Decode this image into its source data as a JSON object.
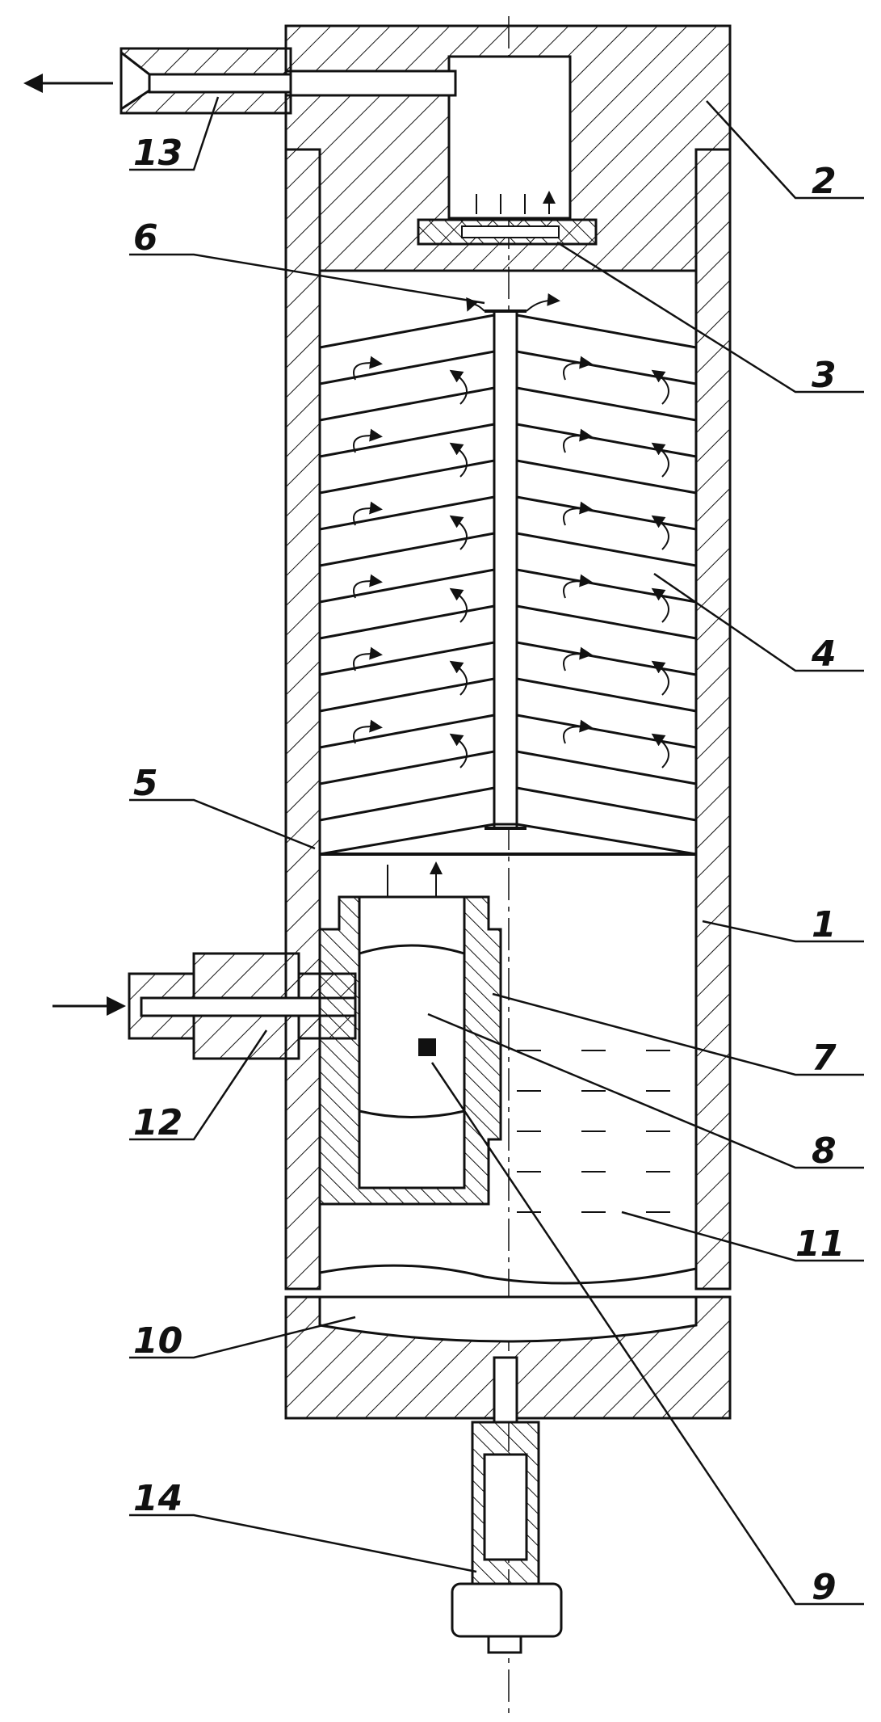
{
  "diagram": {
    "callouts": {
      "c1": "1",
      "c2": "2",
      "c3": "3",
      "c4": "4",
      "c5": "5",
      "c6": "6",
      "c7": "7",
      "c8": "8",
      "c9": "9",
      "c10": "10",
      "c11": "11",
      "c12": "12",
      "c13": "13",
      "c14": "14"
    },
    "colors": {
      "ink": "#111111",
      "paper": "#ffffff"
    }
  }
}
